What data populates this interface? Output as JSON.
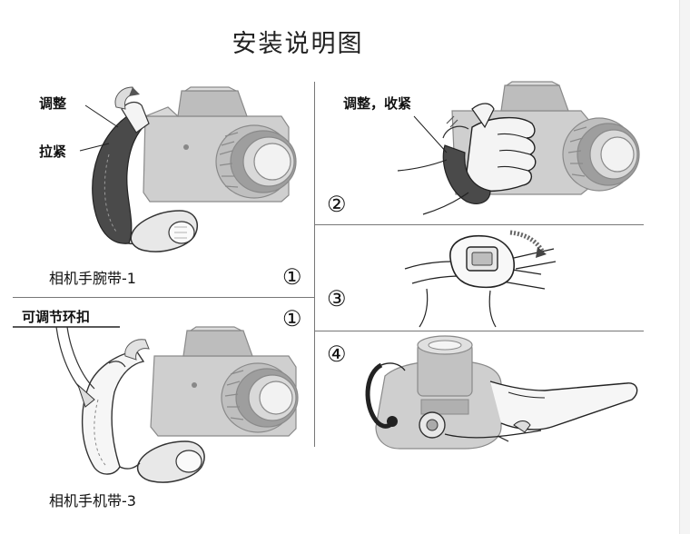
{
  "title": "安装说明图",
  "labels": {
    "adjust": "调整",
    "tighten": "拉紧",
    "adjust_tighten": "调整，收紧",
    "adjustable_buckle": "可调节环扣",
    "wrist_strap": "相机手腕带-1",
    "camera_strap": "相机手机带-3"
  },
  "steps": {
    "s1a": "①",
    "s1b": "①",
    "s2": "②",
    "s3": "③",
    "s4": "④"
  }
}
